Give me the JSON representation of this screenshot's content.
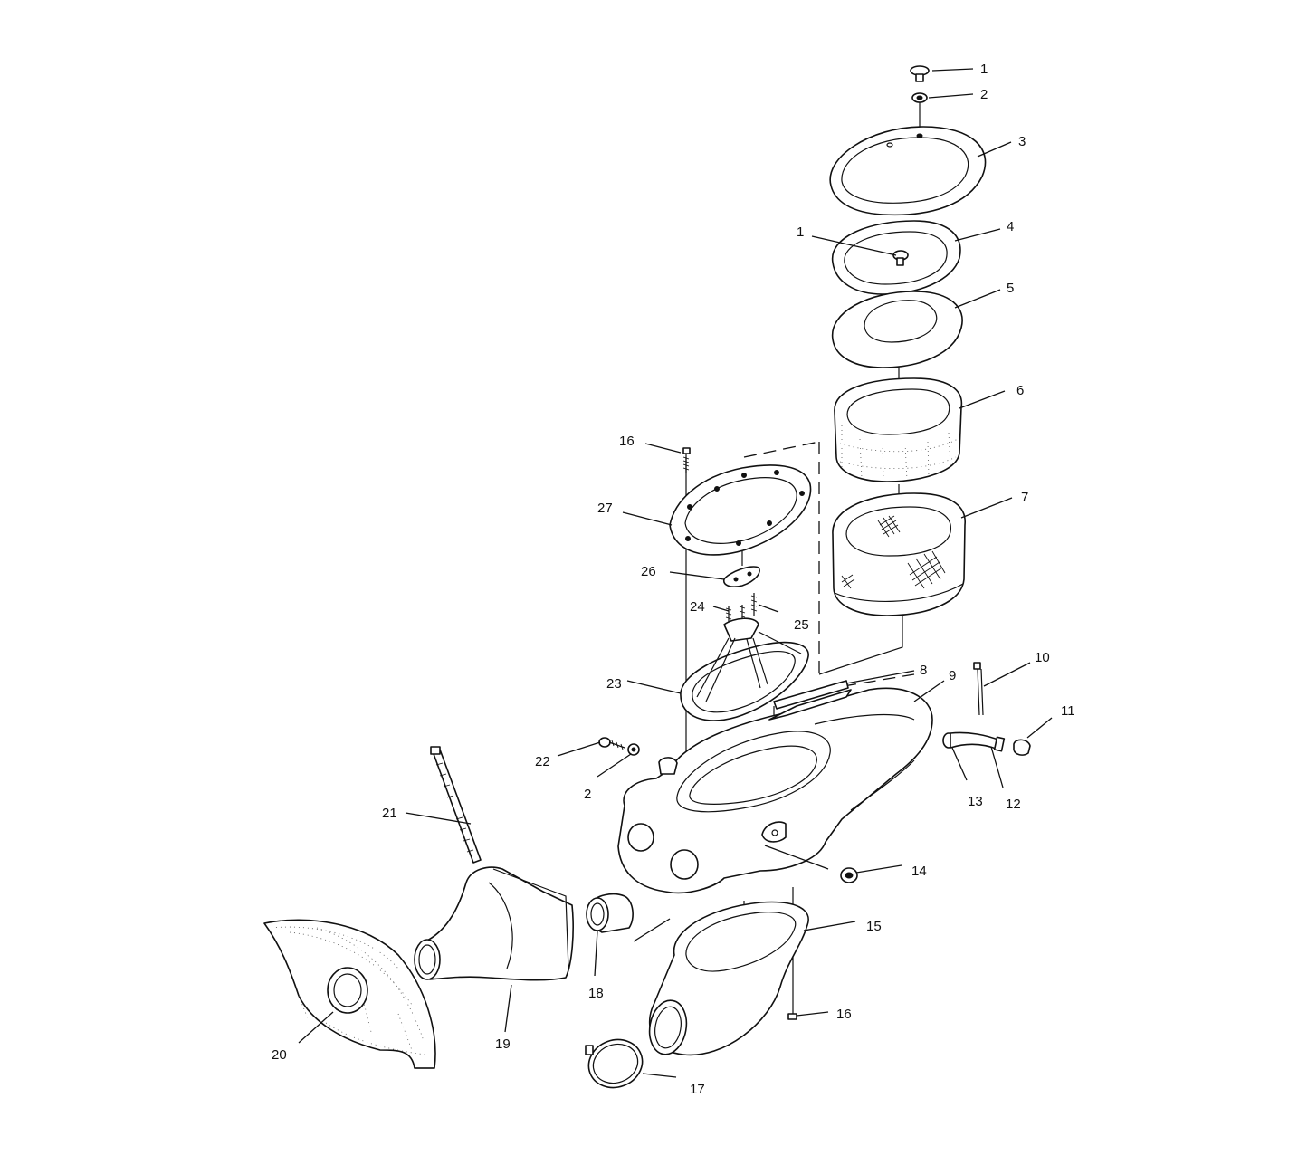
{
  "diagram": {
    "type": "exploded-parts-view",
    "callouts": [
      {
        "id": "c1a",
        "text": "1"
      },
      {
        "id": "c2a",
        "text": "2"
      },
      {
        "id": "c3",
        "text": "3"
      },
      {
        "id": "c1b",
        "text": "1"
      },
      {
        "id": "c4",
        "text": "4"
      },
      {
        "id": "c5",
        "text": "5"
      },
      {
        "id": "c6",
        "text": "6"
      },
      {
        "id": "c7",
        "text": "7"
      },
      {
        "id": "c16a",
        "text": "16"
      },
      {
        "id": "c27",
        "text": "27"
      },
      {
        "id": "c26",
        "text": "26"
      },
      {
        "id": "c24",
        "text": "24"
      },
      {
        "id": "c25",
        "text": "25"
      },
      {
        "id": "c23",
        "text": "23"
      },
      {
        "id": "c8",
        "text": "8"
      },
      {
        "id": "c9",
        "text": "9"
      },
      {
        "id": "c10",
        "text": "10"
      },
      {
        "id": "c11",
        "text": "11"
      },
      {
        "id": "c12",
        "text": "12"
      },
      {
        "id": "c13",
        "text": "13"
      },
      {
        "id": "c22",
        "text": "22"
      },
      {
        "id": "c2b",
        "text": "2"
      },
      {
        "id": "c21",
        "text": "21"
      },
      {
        "id": "c14",
        "text": "14"
      },
      {
        "id": "c15",
        "text": "15"
      },
      {
        "id": "c18",
        "text": "18"
      },
      {
        "id": "c19",
        "text": "19"
      },
      {
        "id": "c20",
        "text": "20"
      },
      {
        "id": "c16b",
        "text": "16"
      },
      {
        "id": "c17",
        "text": "17"
      }
    ]
  }
}
